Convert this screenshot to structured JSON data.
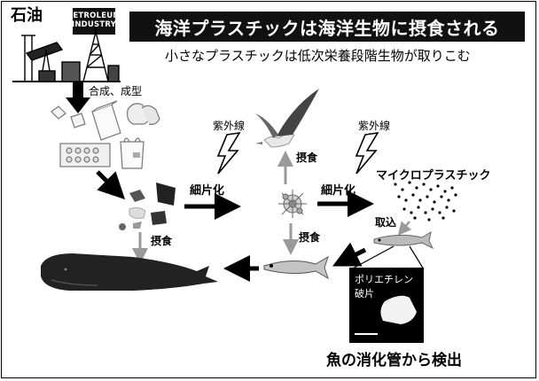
{
  "title": "海洋プラスチックは海洋生物に摂食される",
  "subtitle": "小さなプラスチックは低次栄養段階生物が取りこむ",
  "oil_label": "石油",
  "badge": {
    "line1": "PETROLEUM",
    "line2": "INDUSTRY"
  },
  "labels": {
    "synthesis": "合成、成型",
    "uv_left": "紫外線",
    "uv_right": "紫外線",
    "fragment_left": "細片化",
    "fragment_right": "細片化",
    "ingest_bird": "摂食",
    "ingest_left": "摂食",
    "ingest_fish": "摂食",
    "microplastic": "マイクロプラスチック",
    "uptake": "取込",
    "detected": "魚の消化管から検出"
  },
  "photo": {
    "line1": "ポリエチレン",
    "line2": "破片"
  },
  "icons": [
    "oil-rig-icon",
    "plastic-products-icon",
    "plastic-fragments-icon",
    "lightning-icon",
    "seabird-icon",
    "plankton-icon",
    "microplastic-dots-icon",
    "small-fish-icon",
    "fish-icon",
    "whale-icon",
    "polyethylene-fragment-icon"
  ]
}
